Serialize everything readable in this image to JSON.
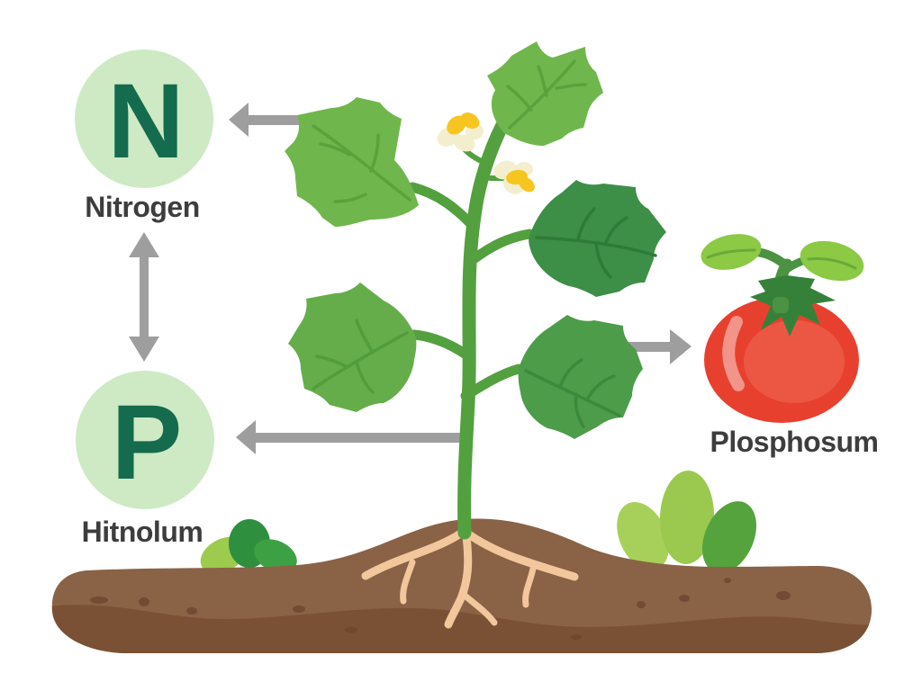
{
  "nutrients": {
    "nitrogen": {
      "symbol": "N",
      "label": "Nitrogen"
    },
    "phosphorus": {
      "symbol": "P",
      "label": "Hitnolum"
    }
  },
  "fruit": {
    "label": "Plosphosum"
  },
  "colors": {
    "background": "#ffffff",
    "circle_fill": "#cdeac5",
    "symbol_text": "#156b4d",
    "label_text": "#3d3d3d",
    "arrow": "#9e9e9e",
    "stem": "#53a03f",
    "leaf_light": "#6fb74c",
    "leaf_medium": "#4c9c4a",
    "leaf_medium_light": "#65ad4a",
    "leaf_dark": "#3d8e47",
    "flower_yellow": "#f7c51f",
    "flower_cream": "#f3eecd",
    "tomato_red": "#e8402f",
    "tomato_highlight": "#f29489",
    "calyx_green": "#36813a",
    "tomato_leaf": "#8cc944",
    "soil_top": "#8a6246",
    "soil_bottom": "#7a5134",
    "soil_speck": "#6d4830",
    "root": "#f2c79c",
    "bush_light": "#9ccb4e",
    "bush_dark": "#2e8f3e"
  }
}
